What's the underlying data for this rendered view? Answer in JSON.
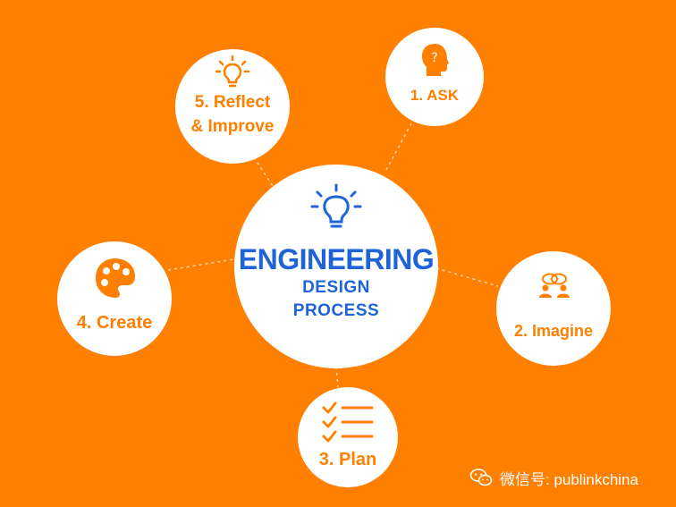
{
  "diagram": {
    "center": {
      "title_line1": "ENGINEERING",
      "title_line2": "DESIGN",
      "title_line3": "PROCESS",
      "icon": "lightbulb-icon"
    },
    "steps": [
      {
        "label": "1. ASK",
        "icon": "head-question-icon"
      },
      {
        "label": "2. Imagine",
        "icon": "people-thinking-icon"
      },
      {
        "label": "3. Plan",
        "icon": "checklist-icon"
      },
      {
        "label": "4. Create",
        "icon": "palette-icon"
      },
      {
        "label_line1": "5. Reflect",
        "label_line2": "& Improve",
        "icon": "lightbulb-icon"
      }
    ]
  },
  "watermark": {
    "text": "微信号: publinkchina",
    "icon": "wechat-icon"
  },
  "colors": {
    "background": "#FF7F00",
    "node_fill": "#FFFFFF",
    "center_text": "#1E63D7",
    "step_text": "#FF7F00",
    "connector": "#FFD9B0"
  }
}
